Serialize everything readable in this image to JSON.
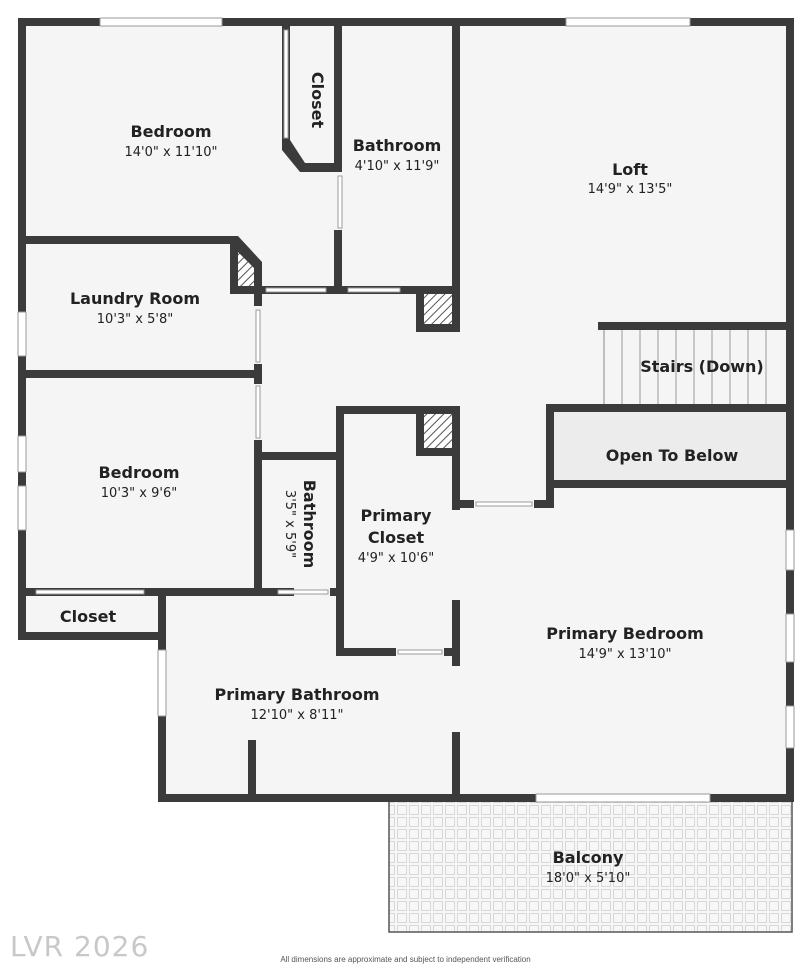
{
  "rooms": {
    "bedroom_1": {
      "name": "Bedroom",
      "dims": "14'0\" x 11'10\""
    },
    "closet_top": {
      "name": "Closet"
    },
    "bathroom_top": {
      "name": "Bathroom",
      "dims": "4'10\" x 11'9\""
    },
    "loft": {
      "name": "Loft",
      "dims": "14'9\" x 13'5\""
    },
    "laundry": {
      "name": "Laundry Room",
      "dims": "10'3\" x 5'8\""
    },
    "stairs": {
      "name": "Stairs (Down)"
    },
    "open_below": {
      "name": "Open To Below"
    },
    "bedroom_2": {
      "name": "Bedroom",
      "dims": "10'3\" x 9'6\""
    },
    "bathroom_small": {
      "name": "Bathroom",
      "dims": "3'5\" x 5'9\""
    },
    "primary_closet": {
      "name_line1": "Primary",
      "name_line2": "Closet",
      "dims": "4'9\" x 10'6\""
    },
    "primary_bedroom": {
      "name": "Primary Bedroom",
      "dims": "14'9\" x 13'10\""
    },
    "closet_left": {
      "name": "Closet"
    },
    "primary_bathroom": {
      "name": "Primary Bathroom",
      "dims": "12'10\" x 8'11\""
    },
    "balcony": {
      "name": "Balcony",
      "dims": "18'0\" x 5'10\""
    }
  },
  "watermark": "LVR 2026",
  "disclaimer": "All dimensions are approximate and subject to independent verification",
  "colors": {
    "floor": "#f5f5f5",
    "wall": "#3b3b3b",
    "open_below": "#ececec",
    "balcony_tile": "#d8d8d8"
  }
}
